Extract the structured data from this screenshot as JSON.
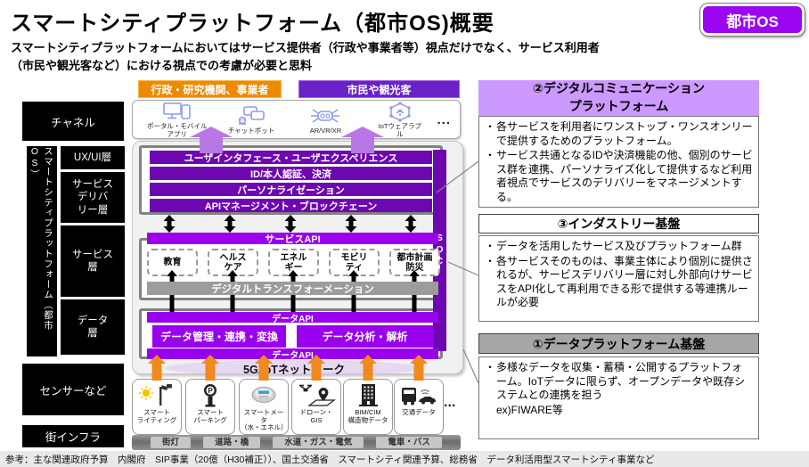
{
  "colors": {
    "purple_dark": "#6d08b0",
    "purple_bright": "#9900ee",
    "purple_light_header": "#cc99ff",
    "purple_actor_header": "#6b21c8",
    "orange": "#ee8a00",
    "orange_arrow": "#f08a1c",
    "gray_bar": "#9c9c9c"
  },
  "header": {
    "title": "スマートシティプラットフォーム（都市OS)概要",
    "badge": "都市OS",
    "subtitle": "スマートシティプラットフォームにおいてはサービス提供者（行政や事業者等）視点だけでなく、サービス利用者\n（市民や観光客など）における視点での考慮が必要と思料"
  },
  "sidebar": {
    "channel": "チャネル",
    "platform": "スマートシティプラットフォーム（都市OS）",
    "layers": [
      "UX/UI層",
      "サービス\nデリバ\nリー層",
      "サービス\n層",
      "データ\n層"
    ],
    "sensors": "センサーなど",
    "infra": "街インフラ"
  },
  "actors": {
    "providers": "行政・研究機関、事業者",
    "users": "市民や観光客"
  },
  "channels": {
    "items": [
      {
        "label": "ポータル・モバイル\nアプリ",
        "icon": "portal-mobile-icon"
      },
      {
        "label": "チャットボット",
        "icon": "chatbot-icon"
      },
      {
        "label": "AR/VR/XR",
        "icon": "ar-vr-xr-icon"
      },
      {
        "label": "IoTウェアラブ\nル",
        "icon": "iot-wearable-icon"
      }
    ],
    "more": "..."
  },
  "platform": {
    "ux_bars": [
      "ユーザインタフェース・ユーザエクスペリエンス",
      "ID/本人認証、決済",
      "パーソナライゼーション",
      "APIマネージメント・ブロックチェーン"
    ],
    "service_api": "サービスAPI",
    "services": [
      "教育",
      "ヘルス\nケア",
      "エネル\nギー",
      "モビリ\nティ",
      "都市計画\n防災"
    ],
    "dx_bar": "デジタルトランスフォーメーション",
    "data_api_top": "データAPI",
    "data_boxes": [
      "データ管理・連携・変換",
      "データ分析・解析"
    ],
    "data_api_bottom": "データAPI",
    "soc": "SOC",
    "network": "5G/IoTネットワーク"
  },
  "sensors": {
    "items": [
      {
        "label": "スマート\nライティング",
        "icon": "smart-lighting-icon"
      },
      {
        "label": "スマート\nパーキング",
        "icon": "smart-parking-icon"
      },
      {
        "label": "スマートメータ\n（水・エネル）",
        "icon": "smart-meter-icon"
      },
      {
        "label": "ドローン・\nGIS",
        "icon": "drone-gis-icon"
      },
      {
        "label": "BIM/CIM\n構造物データ",
        "icon": "bim-cim-icon"
      },
      {
        "label": "交通データ",
        "icon": "traffic-data-icon"
      }
    ],
    "more": "..."
  },
  "infra": {
    "items": [
      "街灯",
      "道路・橋",
      "水道・ガス・電気",
      "電車・バス"
    ]
  },
  "panels": {
    "p2": {
      "title": "②デジタルコミュニケーション\nプラットフォーム",
      "bullets": [
        "各サービスを利用者にワンストップ・ワンスオンリーで提供するためのプラットフォーム。",
        "サービス共通となるIDや決済機能の他、個別のサービス群を連携、パーソナライズ化して提供するなど利用者視点でサービスのデリバリーをマネージメントする。"
      ]
    },
    "p3": {
      "title": "③インダストリー基盤",
      "bullets": [
        "データを活用したサービス及びプラットフォーム群",
        "各サービスそのものは、事業主体により個別に提供されるが、サービスデリバリー層に対し外部向けサービスをAPI化して再利用できる形で提供する等連携ルールが必要"
      ]
    },
    "p1": {
      "title": "①データプラットフォーム基盤",
      "bullets": [
        "多様なデータを収集・蓄積・公開するプラットフォーム。IoTデータに限らず、オープンデータや既存システムとの連携を担う"
      ],
      "note": "ex)FIWARE等"
    }
  },
  "footer": "参考：主な関連政府予算　内閣府　SIP事業（20億（H30補正））、国土交通省　スマートシティ関連予算、総務省　データ利活用型スマートシティ事業など"
}
